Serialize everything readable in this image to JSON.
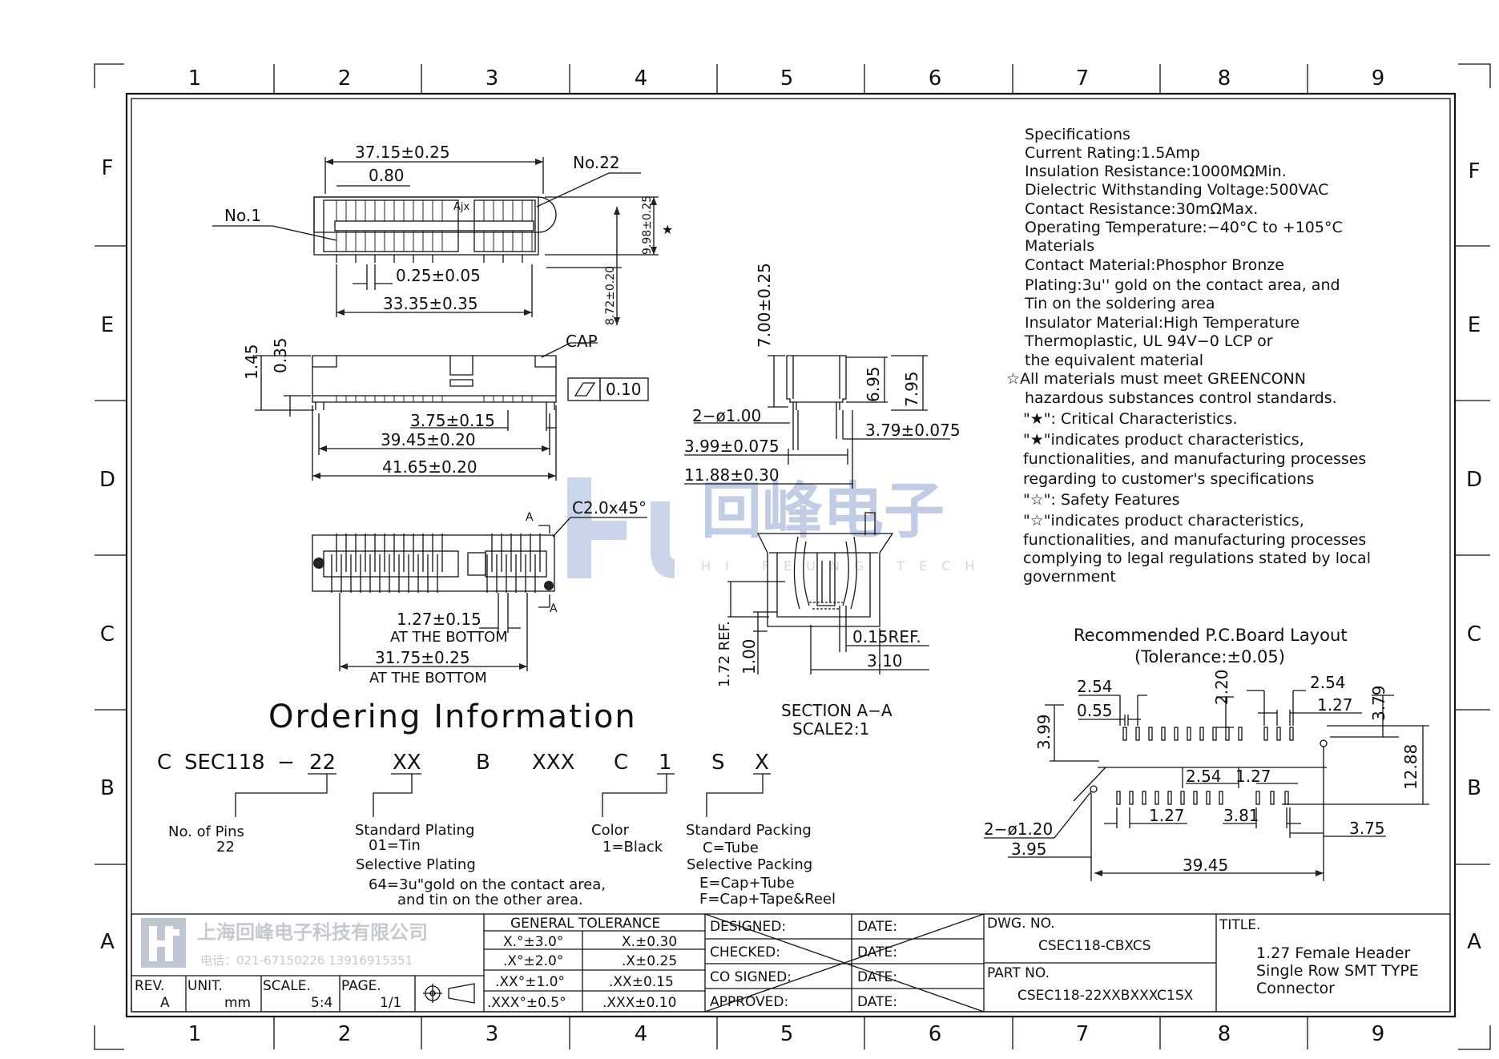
{
  "border": {
    "columns": [
      "1",
      "2",
      "3",
      "4",
      "5",
      "6",
      "7",
      "8",
      "9"
    ],
    "rows": [
      "F",
      "E",
      "D",
      "C",
      "B",
      "A"
    ]
  },
  "dimensions": {
    "top_width": "37.15±0.25",
    "pitch_080": "0.80",
    "no22": "No.22",
    "no1": "No.1",
    "height_998": "9.98±0.25",
    "star_mark": "★",
    "pin_025": "0.25±0.05",
    "span_3335": "33.35±0.35",
    "height_872": "8.72±0.20",
    "side_145": "1.45",
    "side_035": "0.35",
    "cap": "CAP",
    "flatness": "0.10",
    "side_375": "3.75±0.15",
    "side_3945": "39.45±0.20",
    "side_4165": "41.65±0.20",
    "chamfer": "C2.0x45°",
    "section_a_top": "A",
    "section_a_bottom": "A",
    "bottom_127": "1.27±0.15",
    "at_bottom_1": "AT THE BOTTOM",
    "bottom_3175": "31.75±0.25",
    "at_bottom_2": "AT THE BOTTOM",
    "sec_700": "7.00±0.25",
    "sec_695": "6.95",
    "sec_795": "7.95",
    "sec_hole": "2−ø1.00",
    "sec_379": "3.79±0.075",
    "sec_399": "3.99±0.075",
    "sec_1188": "11.88±0.30",
    "sec_172": "1.72 REF.",
    "sec_100": "1.00",
    "sec_015": "0.15REF.",
    "sec_310": "3.10",
    "section_title": "SECTION A−A",
    "section_scale": "SCALE2:1"
  },
  "watermark": {
    "text": "回峰电子",
    "sub": "HI FEUNG TECH"
  },
  "specifications": [
    "Specifications",
    "Current Rating:1.5Amp",
    "Insulation Resistance:1000MΩMin.",
    "Dielectric Withstanding Voltage:500VAC",
    "Contact Resistance:30mΩMax.",
    "Operating Temperature:−40°C to +105°C",
    "Materials",
    "Contact Material:Phosphor Bronze",
    "Plating:3u'' gold on the contact area, and",
    "Tin on the soldering area",
    "Insulator Material:High Temperature",
    "Thermoplastic, UL 94V−0 LCP or",
    "the equivalent material",
    "☆All materials must meet GREENCONN",
    "hazardous substances control standards.",
    "\"★\": Critical Characteristics.",
    "\"★\"indicates product characteristics,",
    "functionalities, and manufacturing processes",
    "regarding to customer's specifications",
    "\"☆\": Safety Features",
    "\"☆\"indicates product characteristics,",
    "functionalities, and manufacturing processes",
    "complying to legal regulations stated by local",
    "government"
  ],
  "pcb": {
    "title": "Recommended P.C.Board Layout",
    "tolerance": "(Tolerance:±0.05)",
    "d254a": "2.54",
    "d055": "0.55",
    "d220": "2.20",
    "d254b": "2.54",
    "d127a": "1.27",
    "d379": "3.79",
    "d399": "3.99",
    "d1288": "12.88",
    "d254c": "2.54",
    "d127b": "1.27",
    "d127c": "1.27",
    "d381": "3.81",
    "d375": "3.75",
    "holes": "2−ø1.20",
    "d395": "3.95",
    "d3945": "39.45"
  },
  "ordering": {
    "title": "Ordering Information",
    "code": [
      "C",
      "SEC118",
      "−",
      "22",
      "XX",
      "B",
      "XXX",
      "C",
      "1",
      "S",
      "X"
    ],
    "pins_label": "No. of Pins",
    "pins_value": "22",
    "plating_label": "Standard Plating",
    "plating_std": "01=Tin",
    "plating_sel_label": "Selective Plating",
    "plating_sel_1": "64=3u\"gold on the contact area,",
    "plating_sel_2": "and tin on the other area.",
    "color_label": "Color",
    "color_value": "1=Black",
    "packing_label": "Standard Packing",
    "packing_std": "C=Tube",
    "packing_sel_label": "Selective Packing",
    "packing_e": "E=Cap+Tube",
    "packing_f": "F=Cap+Tape&Reel"
  },
  "title_block": {
    "company": "上海回峰电子科技有限公司",
    "phone": "电话：021-67150226  13916915351",
    "rev_label": "REV.",
    "rev_value": "A",
    "unit_label": "UNIT.",
    "unit_value": "mm",
    "scale_label": "SCALE.",
    "scale_value": "5:4",
    "page_label": "PAGE.",
    "page_value": "1/1",
    "tolerance_header": "GENERAL TOLERANCE",
    "tol_rows": [
      [
        "X.°±3.0°",
        "X.±0.30"
      ],
      [
        ".X°±2.0°",
        ".X±0.25"
      ],
      [
        ".XX°±1.0°",
        ".XX±0.15"
      ],
      [
        ".XXX°±0.5°",
        ".XXX±0.10"
      ]
    ],
    "signoffs": [
      "DESIGNED:",
      "CHECKED:",
      "CO SIGNED:",
      "APPROVED:"
    ],
    "date_label": "DATE:",
    "dwg_label": "DWG. NO.",
    "dwg_value": "CSEC118-CBXCS",
    "part_label": "PART NO.",
    "part_value": "CSEC118-22XXBXXXC1SX",
    "title_label": "TITLE.",
    "title_lines": [
      "1.27 Female Header",
      "Single Row SMT TYPE",
      "Connector"
    ]
  }
}
